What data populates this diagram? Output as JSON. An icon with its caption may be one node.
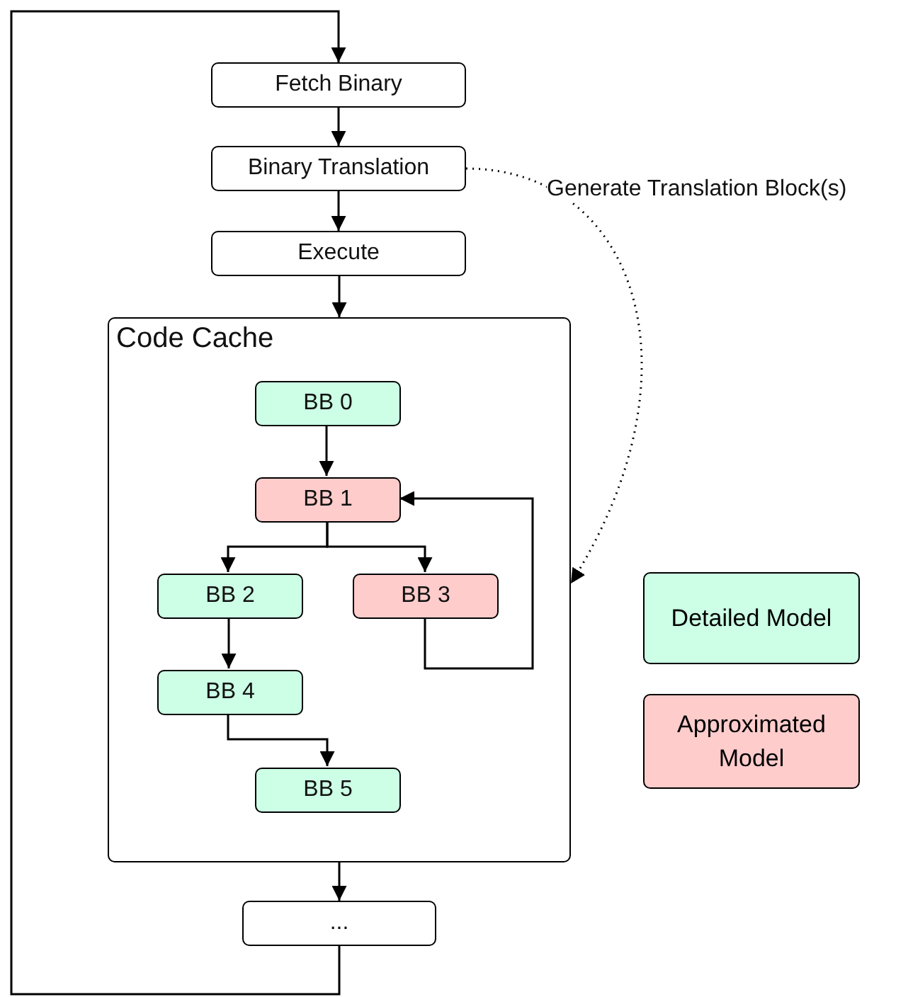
{
  "diagram": {
    "nodes": [
      {
        "text": [
          "Fetch Binary"
        ]
      },
      {
        "text": [
          "Binary Translation"
        ]
      },
      {
        "text": [
          "Execute"
        ]
      },
      {
        "text": [
          "Code Cache"
        ]
      },
      {
        "text": [
          "BB 0"
        ],
        "in": 3
      },
      {
        "text": [
          "BB 1"
        ],
        "in": 3
      },
      {
        "text": [
          "BB 2"
        ],
        "in": 3
      },
      {
        "text": [
          "BB 3"
        ],
        "in": 3
      },
      {
        "text": [
          "BB 4"
        ],
        "in": 3
      },
      {
        "text": [
          "BB 5"
        ],
        "in": 3
      },
      {
        "text": [
          "..."
        ]
      }
    ],
    "edges": [
      {
        "from": 0,
        "to": 1,
        "arrow": "to"
      },
      {
        "from": 1,
        "to": 2,
        "arrow": "to"
      },
      {
        "from": 2,
        "to": 3,
        "arrow": "to"
      },
      {
        "from": 4,
        "to": 5,
        "arrow": "to"
      },
      {
        "from": 5,
        "to": 6,
        "arrow": "to"
      },
      {
        "from": 5,
        "to": 7,
        "arrow": "to"
      },
      {
        "from": 6,
        "to": 8,
        "arrow": "to"
      },
      {
        "from": 8,
        "to": 9,
        "arrow": "to"
      },
      {
        "from": 7,
        "to": 5,
        "arrow": "to"
      },
      {
        "from": 3,
        "to": 10,
        "arrow": "to"
      },
      {
        "from": 10,
        "to": 0,
        "arrow": "to"
      },
      {
        "from": 1,
        "to": 3,
        "arrow": "to",
        "style": "dashed",
        "label": "Generate Translation Block(s)"
      }
    ],
    "legend": [
      {
        "text": "Detailed Model",
        "color": "#ccffe6"
      },
      {
        "text": "Approximated Model",
        "color": "#ffcccc"
      }
    ]
  }
}
